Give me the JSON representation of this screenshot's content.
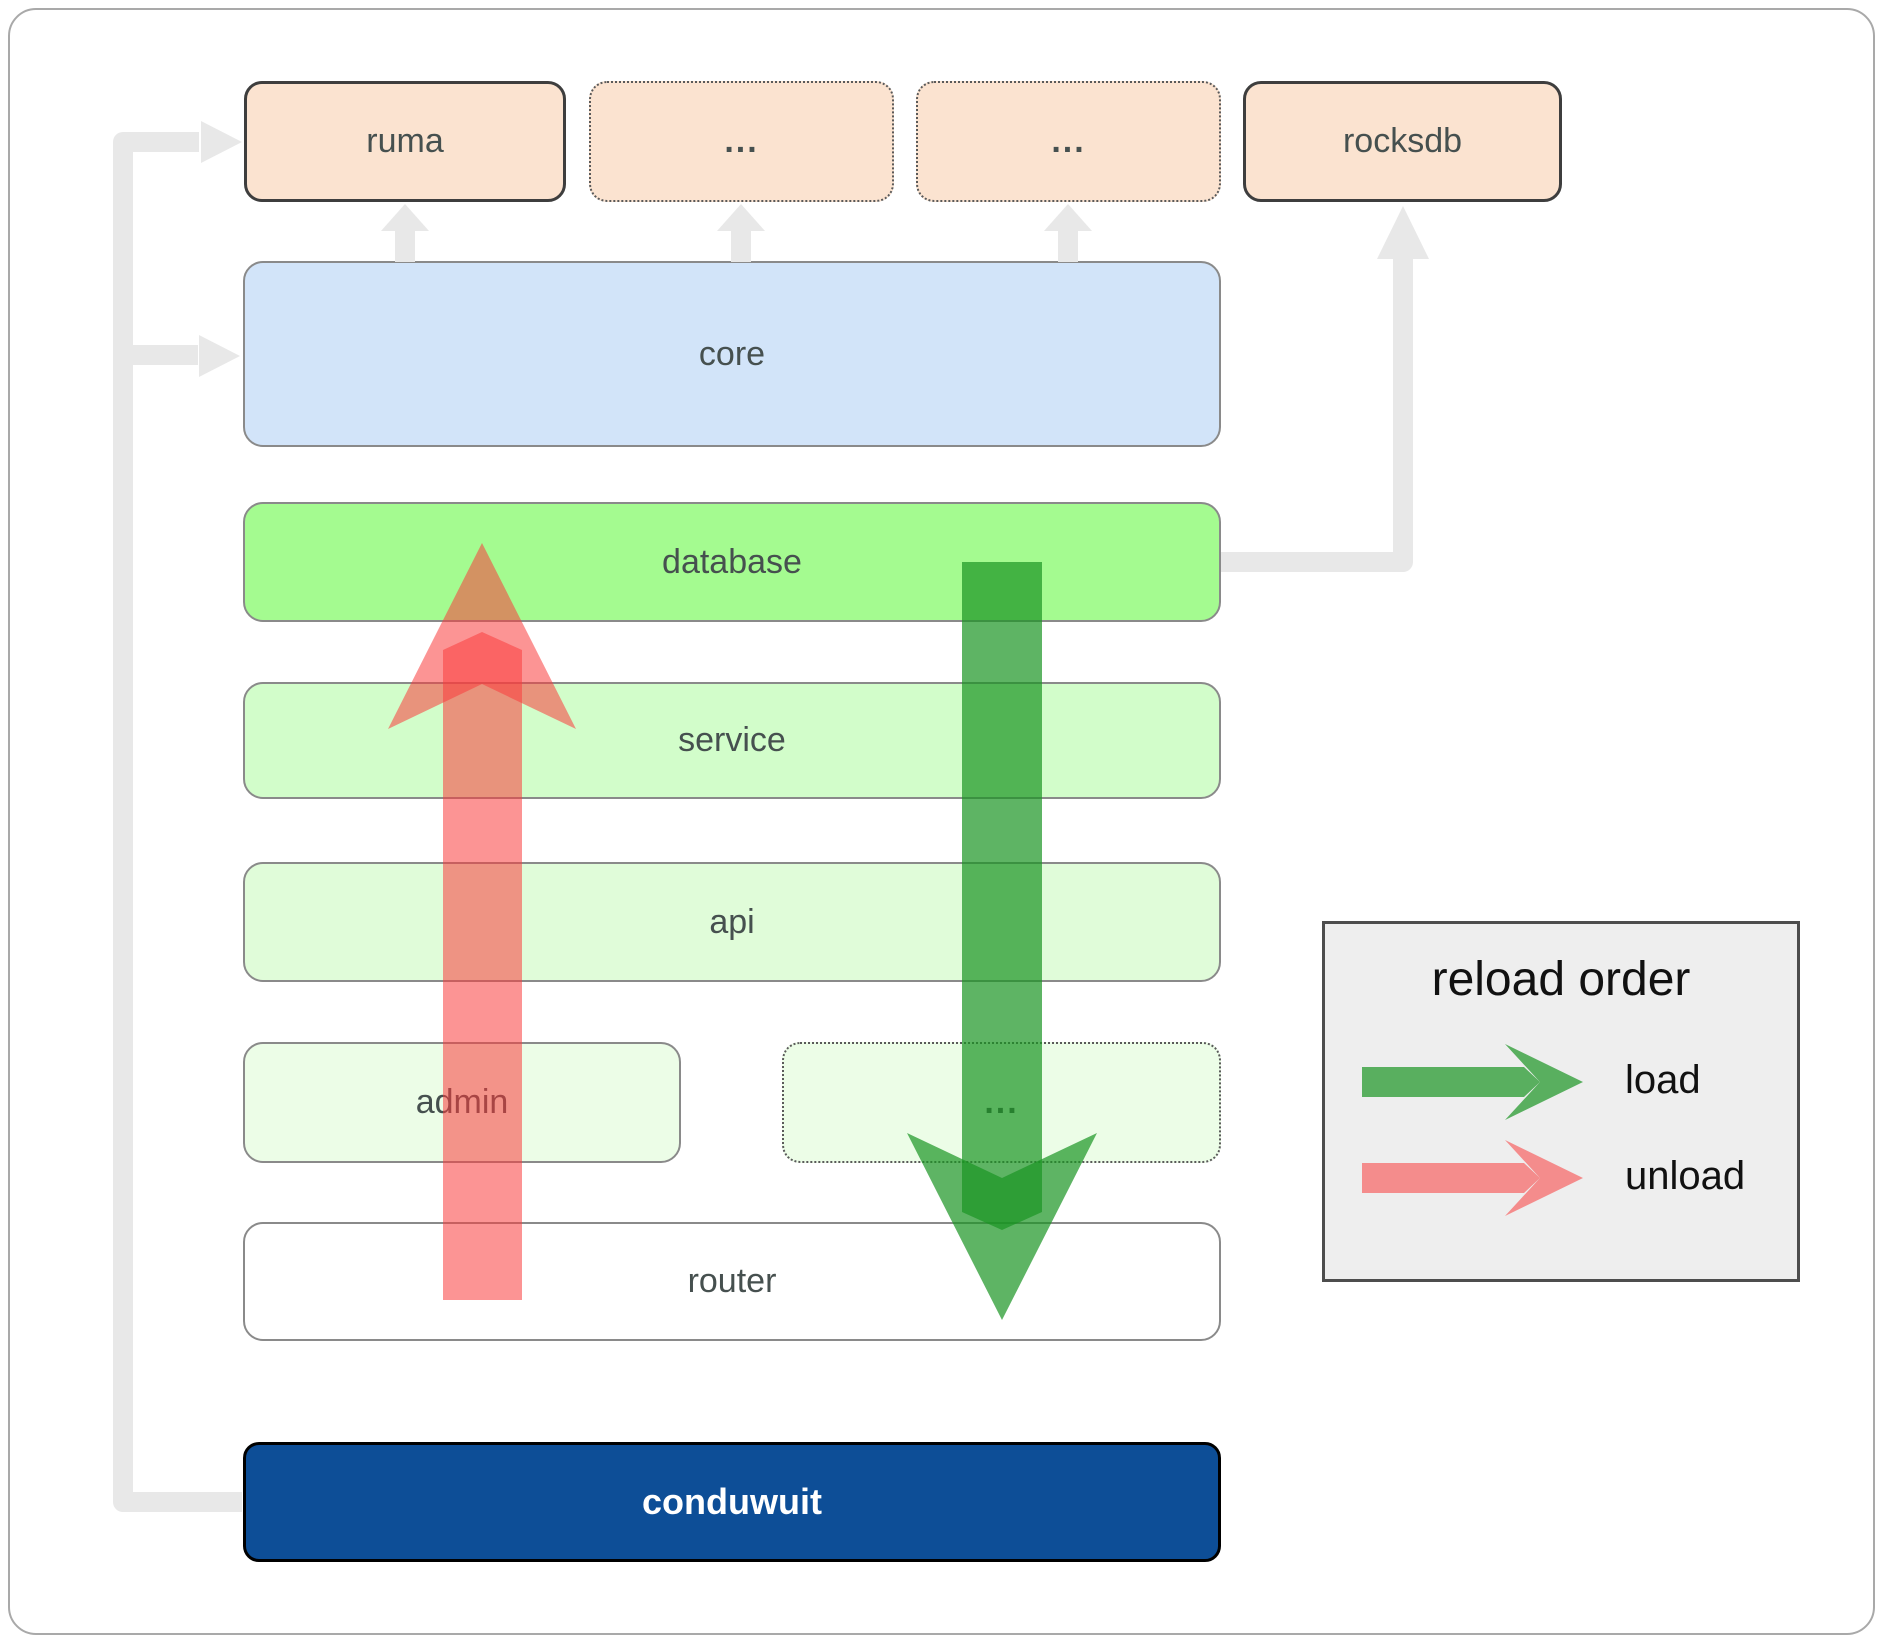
{
  "diagram": {
    "nodes": {
      "ruma": {
        "label": "ruma"
      },
      "ellipsis1": {
        "label": "..."
      },
      "ellipsis2": {
        "label": "..."
      },
      "rocksdb": {
        "label": "rocksdb"
      },
      "core": {
        "label": "core"
      },
      "database": {
        "label": "database"
      },
      "service": {
        "label": "service"
      },
      "api": {
        "label": "api"
      },
      "admin": {
        "label": "admin"
      },
      "ellipsis3": {
        "label": "..."
      },
      "router": {
        "label": "router"
      },
      "conduwuit": {
        "label": "conduwuit"
      }
    },
    "legend": {
      "title": "reload order",
      "items": [
        {
          "label": "load",
          "color": "#1a9422"
        },
        {
          "label": "unload",
          "color": "#fa3c3c"
        }
      ]
    },
    "colors": {
      "load_arrow": "#1a9422",
      "unload_arrow": "#fa3c3c",
      "dependency_line": "#e8e8e8",
      "peach_box": "#fbe3d0",
      "core_box": "#d2e4f9",
      "database_box": "#a4fb90",
      "service_box": "#d2fdca",
      "api_box": "#e0fcd9",
      "admin_box": "#ecfde7",
      "conduwuit_box": "#0d4e97"
    }
  }
}
